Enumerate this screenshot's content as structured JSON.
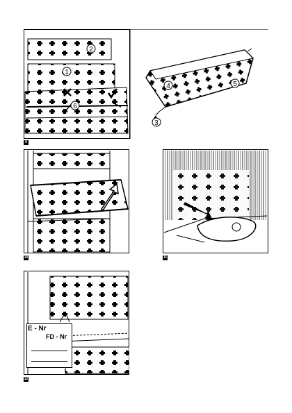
{
  "figures": [
    {
      "number": "9",
      "callouts": [
        "1",
        "2",
        "3",
        "4",
        "5",
        "6"
      ]
    },
    {
      "number": "10",
      "callouts": []
    },
    {
      "number": "11",
      "callouts": []
    },
    {
      "number": "12",
      "callouts": []
    }
  ],
  "rating_plate": {
    "e_nr": "E - Nr",
    "fd_nr": "FD - Nr"
  }
}
